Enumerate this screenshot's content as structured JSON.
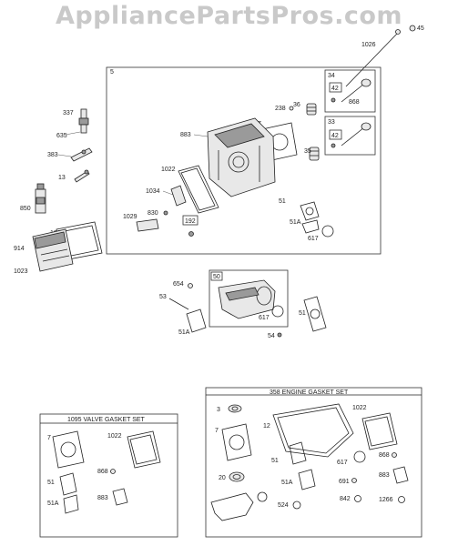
{
  "watermark": "AppliancePartsPros.com",
  "main_box": {
    "number": "5"
  },
  "inset_boxes": [
    {
      "key": "b34",
      "label": "34"
    },
    {
      "key": "b33",
      "label": "33"
    },
    {
      "key": "b192",
      "label": "192"
    },
    {
      "key": "b50",
      "label": "50"
    }
  ],
  "valve_set": {
    "title": "1095 VALVE GASKET SET"
  },
  "engine_set": {
    "title": "358 ENGINE GASKET SET"
  },
  "callouts": {
    "c45": "45",
    "c1026": "1026",
    "c337": "337",
    "c635": "635",
    "c383": "383",
    "c13": "13",
    "c850": "850",
    "c1022a": "1022",
    "c914": "914",
    "c1023": "1023",
    "c238": "238",
    "c36": "36",
    "c42a": "42",
    "c868a": "868",
    "c42b": "42",
    "c883a": "883",
    "c7a": "7",
    "c35": "35",
    "c1022b": "1022",
    "c1034": "1034",
    "c830": "830",
    "c1029": "1029",
    "c51a": "51",
    "c51Aa": "51A",
    "c617a": "617",
    "c654": "654",
    "c53": "53",
    "c51Ab": "51A",
    "c617b": "617",
    "c51b": "51",
    "c54": "54",
    "c7b": "7",
    "c1022c": "1022",
    "c868b": "868",
    "c51c": "51",
    "c51Ac": "51A",
    "c883b": "883",
    "c3": "3",
    "c7c": "7",
    "c12": "12",
    "c1022d": "1022",
    "c51d": "51",
    "c868c": "868",
    "c617c": "617",
    "c20": "20",
    "c51Ad": "51A",
    "c691": "691",
    "c883c": "883",
    "c524": "524",
    "c842": "842",
    "c1266": "1266"
  }
}
